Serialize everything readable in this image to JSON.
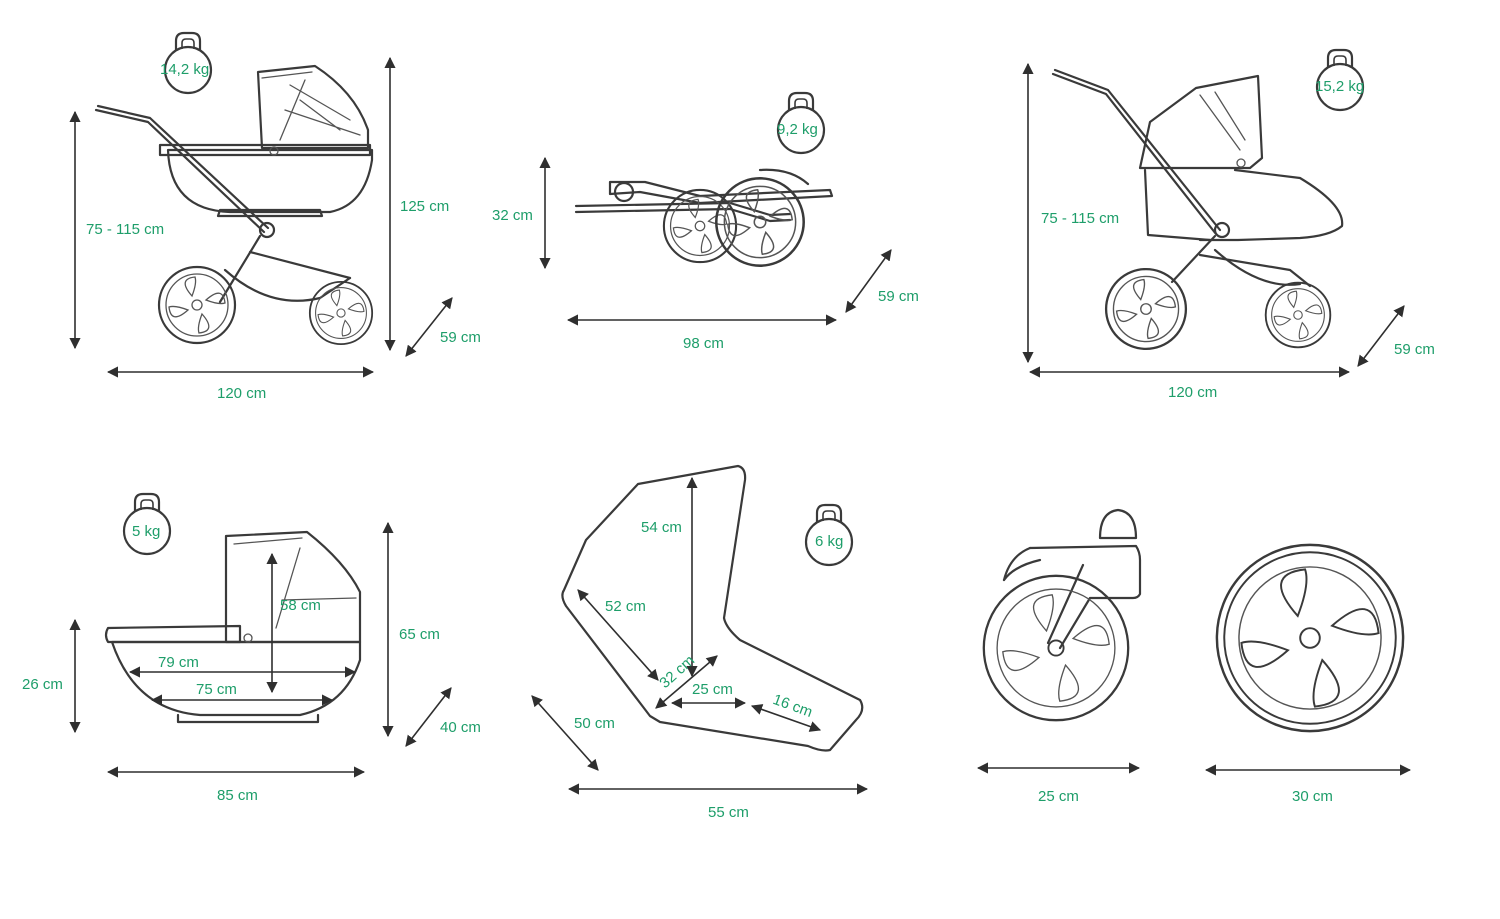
{
  "colors": {
    "label": "#1e9e6a",
    "line": "#3a3a3a",
    "background": "#ffffff"
  },
  "icons": {
    "weight": "kettlebell-icon"
  },
  "views": {
    "pram_full": {
      "weight": "14,2 kg",
      "handle_height": "75 - 115 cm",
      "total_height": "125 cm",
      "depth": "59 cm",
      "length": "120 cm"
    },
    "folded": {
      "weight": "9,2 kg",
      "height": "32 cm",
      "depth": "59 cm",
      "length": "98 cm"
    },
    "stroller_full": {
      "weight": "15,2 kg",
      "handle_height": "75 - 115 cm",
      "depth": "59 cm",
      "length": "120 cm"
    },
    "carrycot": {
      "weight": "5 kg",
      "side_height": "26 cm",
      "inner_height": "58 cm",
      "top_length": "79 cm",
      "inner_length": "75 cm",
      "total_height": "65 cm",
      "width": "40 cm",
      "total_length": "85 cm"
    },
    "seat": {
      "weight": "6 kg",
      "back_height": "54 cm",
      "back_length": "52 cm",
      "seat_depth": "32 cm",
      "seat_length": "25 cm",
      "leg_rest": "16 cm",
      "width": "50 cm",
      "total_length": "55 cm"
    },
    "wheels": {
      "front_diameter": "25 cm",
      "rear_diameter": "30 cm"
    }
  }
}
